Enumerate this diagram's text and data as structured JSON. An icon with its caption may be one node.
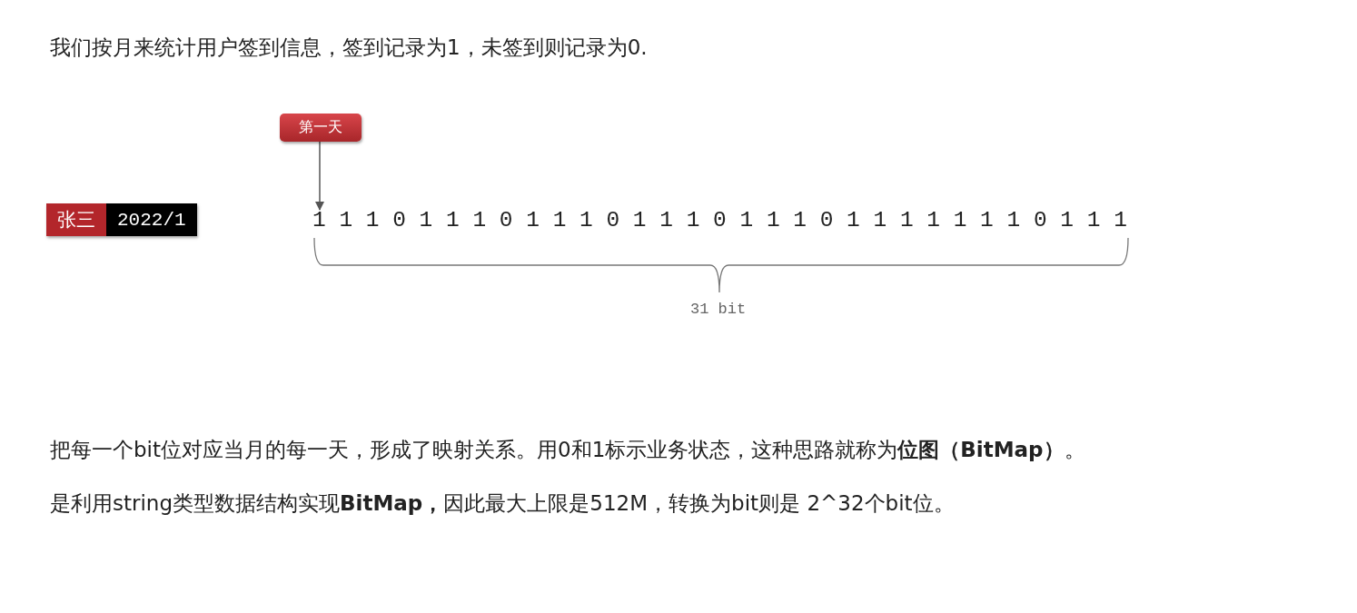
{
  "diagram": {
    "nodes": [
      {
        "text": [
          "第一天"
        ]
      },
      {
        "text": [
          "张三",
          "2022/1"
        ]
      },
      {
        "text": [
          "1 1 1 0 1 1 1 0 1 1 1 0 1 1 1 0 1 1 1 0 1 1 1 1 1 1 1 0 1 1 1"
        ]
      }
    ],
    "edges": [
      {
        "from": 0,
        "to": 2,
        "arrow": "to"
      }
    ],
    "labels": [
      "我们按月来统计用户签到信息，签到记录为1，未签到则记录为0.",
      "31 bit",
      "把每一个bit位对应当月的每一天，形成了映射关系。用0和1标示业务状态，这种思路就称为**位图（BitMap）**。",
      "是利用string类型数据结构实现**BitMap，**因此最大上限是512M，转换为bit则是 2^32个bit位。"
    ]
  }
}
